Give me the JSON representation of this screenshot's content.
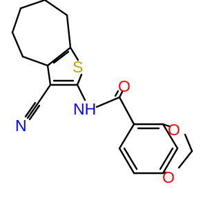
{
  "colors": {
    "bond": "#000000",
    "sulfur": "#c9a100",
    "oxygen": "#ff0000",
    "nitrogen": "#0000ff",
    "background": "#ffffff"
  },
  "atoms": {
    "sulfur": "S",
    "amide_oxygen": "O",
    "amide_nh": "NH",
    "nitrile_n": "N",
    "dioxole_o_upper": "O",
    "dioxole_o_lower": "O"
  }
}
